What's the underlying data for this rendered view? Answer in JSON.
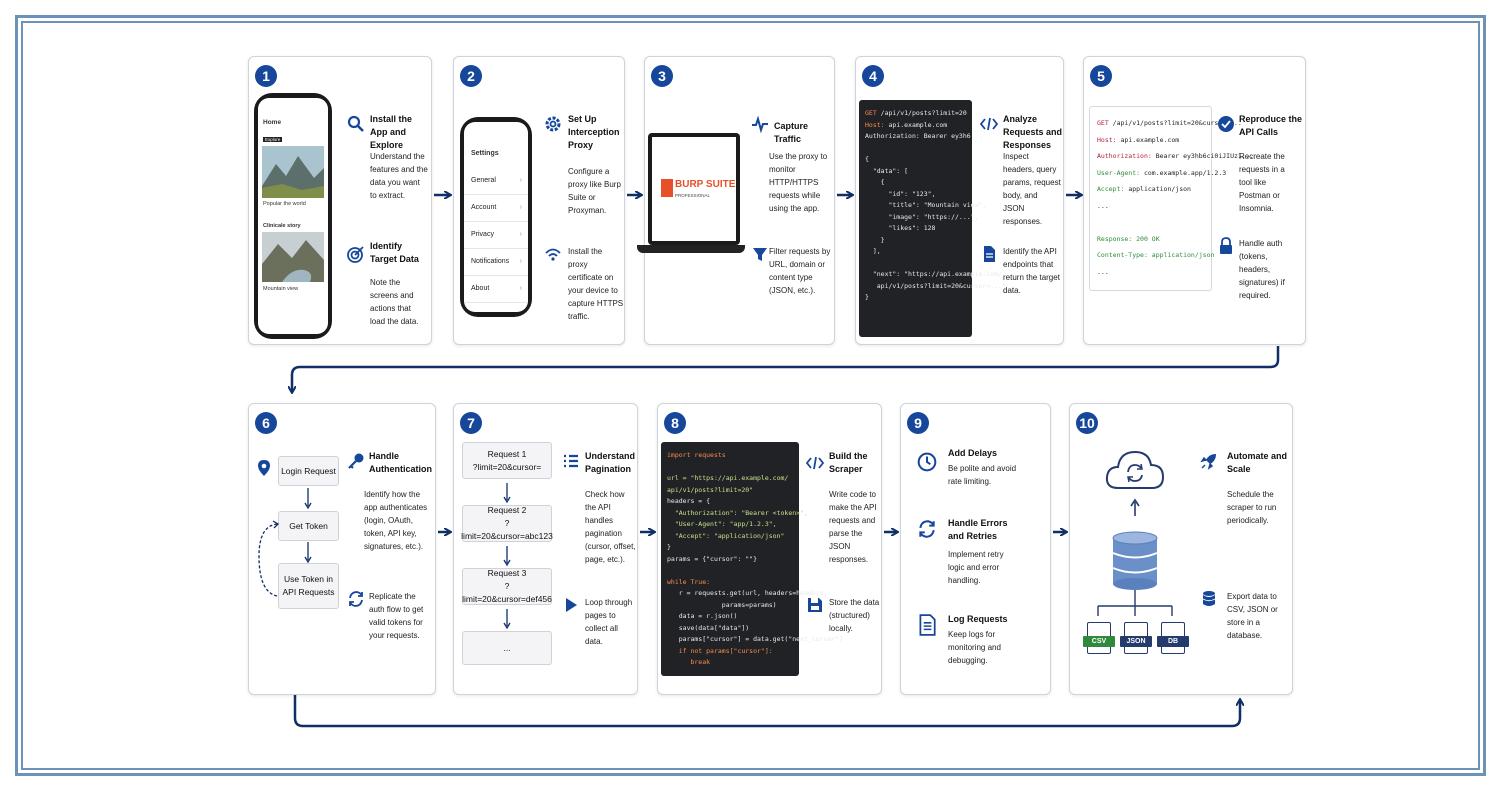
{
  "colors": {
    "accent": "#16479b",
    "frame": "#6b93b8",
    "code_bg": "#202226",
    "burp_orange": "#e8502a"
  },
  "steps": [
    {
      "num": "1",
      "items": [
        {
          "title": "Install the App and Explore",
          "desc": "Understand the features and the data you want to extract.",
          "icon": "search-icon"
        },
        {
          "title": "Identify Target Data",
          "desc": "Note the screens and actions that load the data.",
          "icon": "target-icon"
        }
      ],
      "phone": {
        "header": "Home",
        "chip": "Explore",
        "label1": "Popular the world",
        "label2": "Clinicale story",
        "label3": "Mountain view"
      }
    },
    {
      "num": "2",
      "items": [
        {
          "title": "Set Up Interception Proxy",
          "desc": "Configure a proxy like Burp Suite or Proxyman.",
          "icon": "gear-icon"
        },
        {
          "title": "",
          "desc": "Install the proxy certificate on your device to capture HTTPS traffic.",
          "icon": "wifi-icon"
        }
      ],
      "settings": {
        "title": "Settings",
        "rows": [
          "General",
          "Account",
          "Privacy",
          "Notifications",
          "About"
        ]
      }
    },
    {
      "num": "3",
      "items": [
        {
          "title": "Capture Traffic",
          "desc": "Use the proxy to monitor HTTP/HTTPS requests while using the app.",
          "icon": "activity-icon"
        },
        {
          "title": "",
          "desc": "Filter requests by URL, domain or content type (JSON, etc.).",
          "icon": "filter-icon"
        }
      ],
      "laptop": {
        "brand": "BURP SUITE",
        "sub": "PROFESSIONAL"
      }
    },
    {
      "num": "4",
      "items": [
        {
          "title": "Analyze Requests and Responses",
          "desc": "Inspect headers, query params, request body, and JSON responses.",
          "icon": "code-icon"
        },
        {
          "title": "",
          "desc": "Identify the API endpoints that return the target data.",
          "icon": "document-icon"
        }
      ],
      "code": [
        {
          "k": "GET",
          "v": " /api/v1/posts?limit=20"
        },
        {
          "k": "Host:",
          "v": " api.example.com"
        },
        {
          "k": "",
          "v": "Authorization: Bearer ey3h6..."
        },
        {
          "k": "",
          "v": ""
        },
        {
          "k": "",
          "v": "{"
        },
        {
          "k": "",
          "v": "  \"data\": ["
        },
        {
          "k": "",
          "v": "    {"
        },
        {
          "k": "",
          "v": "      \"id\": \"123\","
        },
        {
          "k": "",
          "v": "      \"title\": \"Mountain view\","
        },
        {
          "k": "",
          "v": "      \"image\": \"https://...\","
        },
        {
          "k": "",
          "v": "      \"likes\": 128"
        },
        {
          "k": "",
          "v": "    }"
        },
        {
          "k": "",
          "v": "  ],"
        },
        {
          "k": "",
          "v": ""
        },
        {
          "k": "",
          "v": "  \"next\": \"https://api.example.com/"
        },
        {
          "k": "",
          "v": "   api/v1/posts?limit=20&cursor=...\""
        },
        {
          "k": "",
          "v": "}"
        }
      ]
    },
    {
      "num": "5",
      "items": [
        {
          "title": "Reproduce the API Calls",
          "desc": "Recreate the requests in a tool like Postman or Insomnia.",
          "icon": "check-circle-icon"
        },
        {
          "title": "",
          "desc": "Handle auth (tokens, headers, signatures) if required.",
          "icon": "lock-icon"
        }
      ],
      "panel": [
        {
          "k": "GET",
          "v": " /api/v1/posts?limit=20&cursor=..."
        },
        {
          "k": "Host:",
          "v": " api.example.com"
        },
        {
          "k": "Authorization:",
          "v": " Bearer ey3hb6ci0iJIUz1..."
        },
        {
          "k": "User-Agent:",
          "v": " com.example.app/1.2.3"
        },
        {
          "k": "Accept:",
          "v": " application/json"
        },
        {
          "k": "",
          "v": "..."
        },
        {
          "k": "",
          "v": ""
        },
        {
          "k": "Response:",
          "v": " 200 OK"
        },
        {
          "k": "Content-Type:",
          "v": " application/json"
        },
        {
          "k": "",
          "v": "..."
        }
      ]
    },
    {
      "num": "6",
      "items": [
        {
          "title": "Handle Authentication",
          "desc": "Identify how the app authenticates (login, OAuth, token, API key, signatures, etc.).",
          "icon": "key-icon"
        },
        {
          "title": "",
          "desc": "Replicate the auth flow to get valid tokens for your requests.",
          "icon": "refresh-icon"
        }
      ],
      "flow": [
        "Login Request",
        "Get Token",
        "Use Token in API Requests"
      ]
    },
    {
      "num": "7",
      "items": [
        {
          "title": "Understand Pagination",
          "desc": "Check how the API handles pagination (cursor, offset, page, etc.).",
          "icon": "list-icon"
        },
        {
          "title": "",
          "desc": "Loop through pages to collect all data.",
          "icon": "play-icon"
        }
      ],
      "requests": [
        {
          "label": "Request 1",
          "query": "?limit=20&cursor="
        },
        {
          "label": "Request 2",
          "query": "?limit=20&cursor=abc123"
        },
        {
          "label": "Request 3",
          "query": "?limit=20&cursor=def456"
        },
        {
          "label": "...",
          "query": ""
        }
      ]
    },
    {
      "num": "8",
      "items": [
        {
          "title": "Build the Scraper",
          "desc": "Write code to make the API requests and parse the JSON responses.",
          "icon": "code-icon"
        },
        {
          "title": "",
          "desc": "Store the data (structured) locally.",
          "icon": "save-icon"
        }
      ],
      "code": [
        "import requests",
        "",
        "url = \"https://api.example.com/",
        "api/v1/posts?limit=20\"",
        "headers = {",
        "  \"Authorization\": \"Bearer <token>\",",
        "  \"User-Agent\": \"app/1.2.3\",",
        "  \"Accept\": \"application/json\"",
        "}",
        "params = {\"cursor\": \"\"}",
        "",
        "while True:",
        "   r = requests.get(url, headers=headers,",
        "              params=params)",
        "   data = r.json()",
        "   save(data[\"data\"])",
        "   params[\"cursor\"] = data.get(\"next_cursor\")",
        "   if not params[\"cursor\"]:",
        "      break"
      ]
    },
    {
      "num": "9",
      "items": [
        {
          "title": "Add Delays",
          "desc": "Be polite and avoid rate limiting.",
          "icon": "clock-icon"
        },
        {
          "title": "Handle Errors and Retries",
          "desc": "Implement retry logic and error handling.",
          "icon": "refresh-icon"
        },
        {
          "title": "Log Requests",
          "desc": "Keep logs for monitoring and debugging.",
          "icon": "log-icon"
        }
      ]
    },
    {
      "num": "10",
      "items": [
        {
          "title": "Automate and Scale",
          "desc": "Schedule the scraper to run periodically.",
          "icon": "rocket-icon"
        },
        {
          "title": "",
          "desc": "Export data to CSV, JSON or store in a database.",
          "icon": "database-icon"
        }
      ],
      "files": [
        "CSV",
        "JSON",
        "DB"
      ]
    }
  ]
}
